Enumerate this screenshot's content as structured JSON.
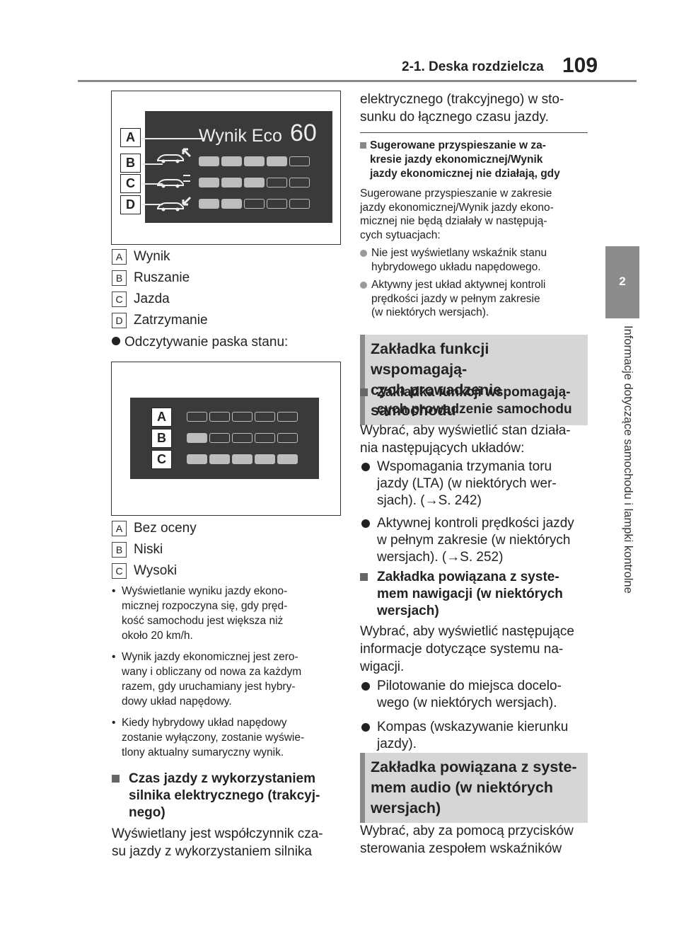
{
  "header": {
    "section": "2-1. Deska rozdzielcza",
    "page_number": "109"
  },
  "side_tab": {
    "number": "2",
    "text": "Informacje dotyczące samochodu i lampki kontrolne"
  },
  "figure1": {
    "title": "Wynik Eco",
    "score": "60",
    "labels": [
      "A",
      "B",
      "C",
      "D"
    ],
    "rows": [
      {
        "name": "Ruszanie",
        "filled": 4,
        "total": 5
      },
      {
        "name": "Jazda",
        "filled": 3,
        "total": 5
      },
      {
        "name": "Zatrzymanie",
        "filled": 2,
        "total": 5
      }
    ]
  },
  "legend1": [
    {
      "key": "A",
      "text": "Wynik"
    },
    {
      "key": "B",
      "text": "Ruszanie"
    },
    {
      "key": "C",
      "text": "Jazda"
    },
    {
      "key": "D",
      "text": "Zatrzymanie"
    }
  ],
  "status_bar_heading": "Odczytywanie paska stanu:",
  "figure2": {
    "labels": [
      "A",
      "B",
      "C"
    ],
    "rows": [
      {
        "filled": 0,
        "total": 5
      },
      {
        "filled": 1,
        "total": 5
      },
      {
        "filled": 5,
        "total": 5
      }
    ]
  },
  "legend2": [
    {
      "key": "A",
      "text": "Bez oceny"
    },
    {
      "key": "B",
      "text": "Niski"
    },
    {
      "key": "C",
      "text": "Wysoki"
    }
  ],
  "notes": [
    [
      "Wyświetlanie wyniku jazdy ekono-",
      "micznej rozpoczyna się, gdy pręd-",
      "kość samochodu jest większa niż",
      "około 20 km/h."
    ],
    [
      "Wynik jazdy ekonomicznej jest zero-",
      "wany i obliczany od nowa za każdym",
      "razem, gdy uruchamiany jest hybry-",
      "dowy układ napędowy."
    ],
    [
      "Kiedy hybrydowy układ napędowy",
      "zostanie wyłączony, zostanie wyświe-",
      "tlony aktualny sumaryczny wynik."
    ]
  ],
  "ev_heading": [
    "Czas jazdy z wykorzystaniem",
    "silnika elektrycznego (trakcyj-",
    "nego)"
  ],
  "ev_body_left": [
    "Wyświetlany jest współczynnik cza-",
    "su jazdy z wykorzystaniem silnika"
  ],
  "ev_body_right": [
    "elektrycznego (trakcyjnego) w sto-",
    "sunku do łącznego czasu jazdy."
  ],
  "info_box": {
    "heading": [
      "Sugerowane przyspieszanie w za-",
      "kresie jazdy ekonomicznej/Wynik",
      "jazdy ekonomicznej nie działają, gdy"
    ],
    "body": [
      "Sugerowane przyspieszanie w zakresie",
      "jazdy ekonomicznej/Wynik jazdy ekono-",
      "micznej nie będą działały w następują-",
      "cych sytuacjach:"
    ],
    "bullets": [
      [
        "Nie jest wyświetlany wskaźnik stanu",
        "hybrydowego układu napędowego."
      ],
      [
        "Aktywny jest układ aktywnej kontroli",
        "prędkości jazdy w pełnym zakresie",
        "(w niektórych wersjach)."
      ]
    ]
  },
  "section1": {
    "banner": [
      "Zakładka funkcji wspomagają-",
      "cych prowadzenie samochodu"
    ],
    "subheading": [
      "Zakładka funkcji wspomagają-",
      "cych prowadzenie samochodu"
    ],
    "intro": [
      "Wybrać, aby wyświetlić stan działa-",
      "nia następujących układów:"
    ],
    "bullets": [
      [
        "Wspomagania trzymania toru",
        "jazdy (LTA) (w niektórych wer-",
        "sjach). (→S. 242)"
      ],
      [
        "Aktywnej kontroli prędkości jazdy",
        "w pełnym zakresie (w niektórych",
        "wersjach). (→S. 252)"
      ]
    ]
  },
  "nav": {
    "subheading": [
      "Zakładka powiązana z syste-",
      "mem nawigacji (w niektórych",
      "wersjach)"
    ],
    "intro": [
      "Wybrać, aby wyświetlić następujące",
      "informacje dotyczące systemu na-",
      "wigacji."
    ],
    "bullets": [
      [
        "Pilotowanie do miejsca docelo-",
        "wego (w niektórych wersjach)."
      ],
      [
        "Kompas (wskazywanie kierunku",
        "jazdy)."
      ]
    ]
  },
  "section2": {
    "banner": [
      "Zakładka powiązana z syste-",
      "mem audio (w niektórych",
      "wersjach)"
    ],
    "intro": [
      "Wybrać, aby za pomocą przycisków",
      "sterowania zespołem wskaźników"
    ]
  }
}
